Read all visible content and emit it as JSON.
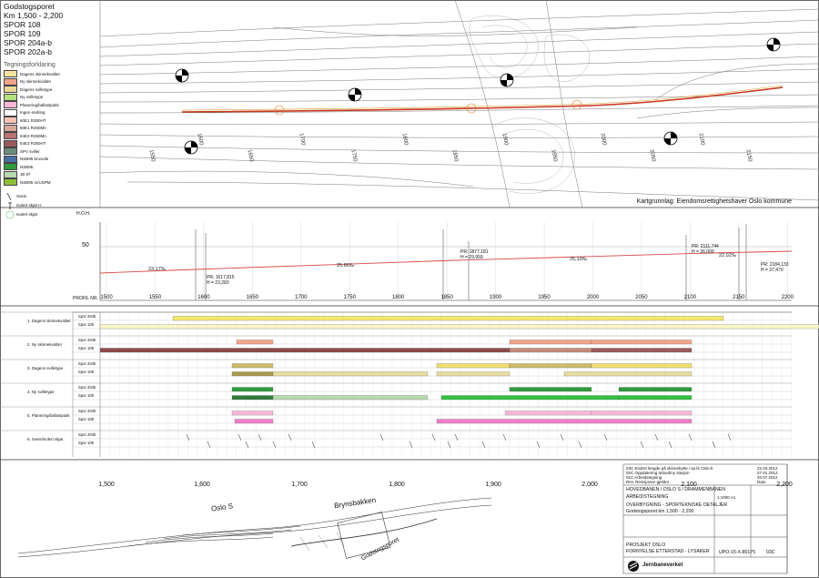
{
  "title": {
    "name": "Godstogsporet",
    "km": "Km 1,500 - 2,200",
    "tracks": [
      "SPOR 108",
      "SPOR 109",
      "SPOR 204a-b",
      "SPOR 202a-b"
    ]
  },
  "legend": {
    "heading": "Tegningsforklaring",
    "items": [
      {
        "label": "Dagens skinnekvalitet",
        "color": "#f7e2a0"
      },
      {
        "label": "Ny skinnekvalitet",
        "color": "#f2a38b"
      },
      {
        "label": "Dagens svilletype",
        "color": "#ead79a"
      },
      {
        "label": "Ny svilletype",
        "color": "#b2e27c"
      },
      {
        "label": "Planering/ballastpukk",
        "color": "#f9b8d8"
      },
      {
        "label": "Ingen endring",
        "color": "#ffffff"
      },
      {
        "label": "60E1 R350HT",
        "color": "#f4c4b4"
      },
      {
        "label": "60E1 R260Mn",
        "color": "#d7a79a"
      },
      {
        "label": "54E3 R260Mn",
        "color": "#b87272"
      },
      {
        "label": "54E3 R350HT",
        "color": "#9a5a5a"
      },
      {
        "label": "SPV sviller",
        "color": "#6b8e7a"
      },
      {
        "label": "NSB95 bruovile",
        "color": "#4a6fa5"
      },
      {
        "label": "NSB95",
        "color": "#2f9b3c"
      },
      {
        "label": "JB 97",
        "color": "#b8d8b0"
      },
      {
        "label": "NSB95 m/USPM",
        "color": "#8fbf3a"
      }
    ],
    "symbols": [
      {
        "label": "Sveis",
        "icon": "weld-icon"
      },
      {
        "label": "Isolert skjøt H",
        "icon": "insulated-joint-icon"
      },
      {
        "label": "Isolert skjøt",
        "icon": "circle-icon"
      }
    ]
  },
  "map": {
    "credit": "Kartgrunnlag: Eiendomsrettighetshaver Oslo kommune",
    "chainage_labels": [
      "1550",
      "1600",
      "1650",
      "1700",
      "1750",
      "1800",
      "1850",
      "1900",
      "1950",
      "2000",
      "2050",
      "2100",
      "2150"
    ]
  },
  "profile": {
    "hoh_label": "H.O.H.",
    "elevation_label": "50",
    "profil_label": "PROFIL NR.",
    "ticks": [
      "1500",
      "1550",
      "1600",
      "1650",
      "1700",
      "1750",
      "1800",
      "1850",
      "1900",
      "1950",
      "2000",
      "2050",
      "2100",
      "2150",
      "2200"
    ],
    "grades": [
      "23,17‰",
      "25,86‰",
      "25,19‰",
      "22,02‰"
    ],
    "points": [
      {
        "pr": "PR: 1617,815",
        "h": "H = 23,283"
      },
      {
        "pr": "PR: 1877,181",
        "h": "H = 29,959"
      },
      {
        "pr": "PR: 2111,744",
        "h": "H = 36,009"
      },
      {
        "pr": "PR: 2184,133",
        "h": "H = 37,479"
      }
    ]
  },
  "sections": [
    {
      "label": "1. Dagens skinnekvalitet",
      "rows": [
        "Spor 204b",
        "Spor 108"
      ]
    },
    {
      "label": "2. Ny skinnekvalitet",
      "rows": [
        "Spor 204b",
        "Spor 108"
      ]
    },
    {
      "label": "3. Dagens svilletype",
      "rows": [
        "Spor 204b",
        "Spor 108"
      ]
    },
    {
      "label": "4. Ny svilletype",
      "rows": [
        "Spor 204b",
        "Spor 108"
      ]
    },
    {
      "label": "5. Planering/ballastpukk",
      "rows": [
        "Spor 204b",
        "Spor 108"
      ]
    },
    {
      "label": "6. Sveis/Isolert skjøt",
      "rows": [
        "Spor 204b",
        "Spor 108"
      ]
    }
  ],
  "km_axis": [
    "1,500",
    "1,600",
    "1,700",
    "1,800",
    "1,900",
    "2,000",
    "2,100",
    "2,200"
  ],
  "key_map": {
    "labels": [
      "Oslo S",
      "Brynsbakken",
      "Godstogsporet"
    ]
  },
  "title_block": {
    "revisions": [
      {
        "text": "03C Endret lengde på skinnebytte i sp.fe Oslo-b",
        "date": "22.03.2012"
      },
      {
        "text": "02C Oppdatering anbud/ny stasjon",
        "date": "27.01.2012"
      },
      {
        "text": "01C Arbeidstegning",
        "date": "20.07.2012"
      },
      {
        "text": "Rev. Revisjonen gjelder",
        "date": "Dato"
      }
    ],
    "project_lines": [
      "HOVEDBANEN / OSLO S / DRAMMENBANEN",
      "ARBEIDSTEGNING",
      "OVERBYGNING - SPORTEKNISKE DETALJER",
      "Godstogsporet km 1,500 - 2,200"
    ],
    "project": [
      "PROSJEKT OSLO",
      "FORNYELSE ETTERSTAD - LYSAKER"
    ],
    "drawing_no": "UPO-15-X-80175",
    "revision": "03C",
    "scale": "1:1000  A1",
    "company": "Jernbaneverket"
  }
}
